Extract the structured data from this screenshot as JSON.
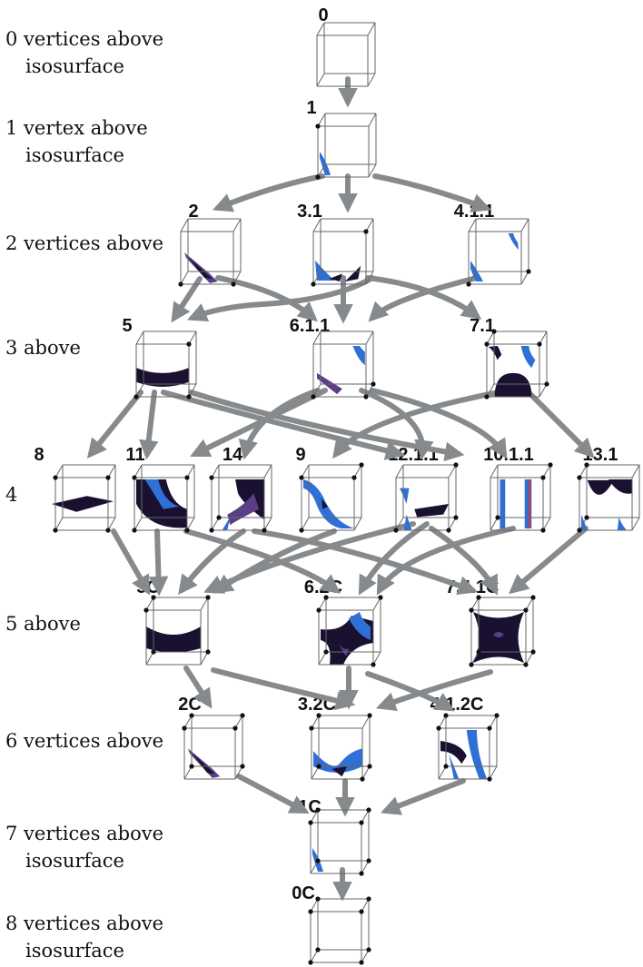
{
  "row_labels": {
    "r0": [
      "0 vertices above",
      "isosurface"
    ],
    "r1": [
      "1 vertex above",
      "isosurface"
    ],
    "r2": "2 vertices above",
    "r3": "3 above",
    "r4": "4",
    "r5": "5 above",
    "r6": "6 vertices above",
    "r7": [
      "7 vertices above",
      "isosurface"
    ],
    "r8": [
      "8 vertices above",
      "isosurface"
    ]
  },
  "cases": {
    "c0": "0",
    "c1": "1",
    "c2": "2",
    "c3_1": "3.1",
    "c4_1_1": "4.1.1",
    "c5": "5",
    "c6_1_1": "6.1.1",
    "c7_1": "7.1",
    "c8": "8",
    "c11": "11",
    "c14": "14",
    "c9": "9",
    "c12_1_1": "12.1.1",
    "c10_1_1": "10.1.1",
    "c13_1": "13.1",
    "c5C": "5C",
    "c6_2C": "6.2C",
    "c7_4_1C": "7.4.1C",
    "c2C": "2C",
    "c3_2C": "3.2C",
    "c4_1_2C": "4.1.2C",
    "c1C": "1C",
    "c0C": "0C"
  },
  "colors": {
    "arrow": "#868a8c",
    "cube_edge": "#666666",
    "vertex": "#111111",
    "surface_blue": "#2f6fd6",
    "surface_dark": "#1a1030",
    "surface_purple": "#5a3f86"
  }
}
